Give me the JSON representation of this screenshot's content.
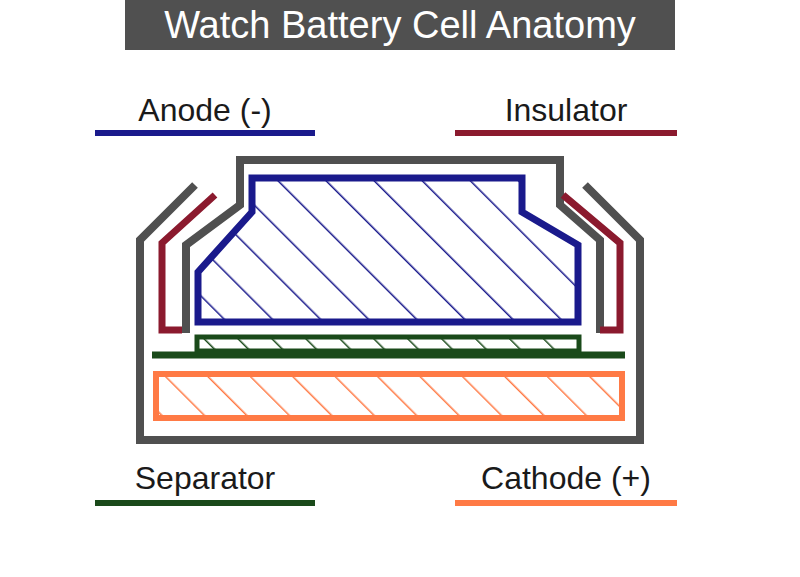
{
  "diagram": {
    "title": "Watch Battery Cell Anatomy",
    "legend": [
      {
        "text": "Anode (-)",
        "color": "#1a1a8c"
      },
      {
        "text": "Insulator",
        "color": "#8b1a2e"
      },
      {
        "text": "Separator",
        "color": "#1a4a1a"
      },
      {
        "text": "Cathode (+)",
        "color": "#ff7a45"
      }
    ]
  }
}
